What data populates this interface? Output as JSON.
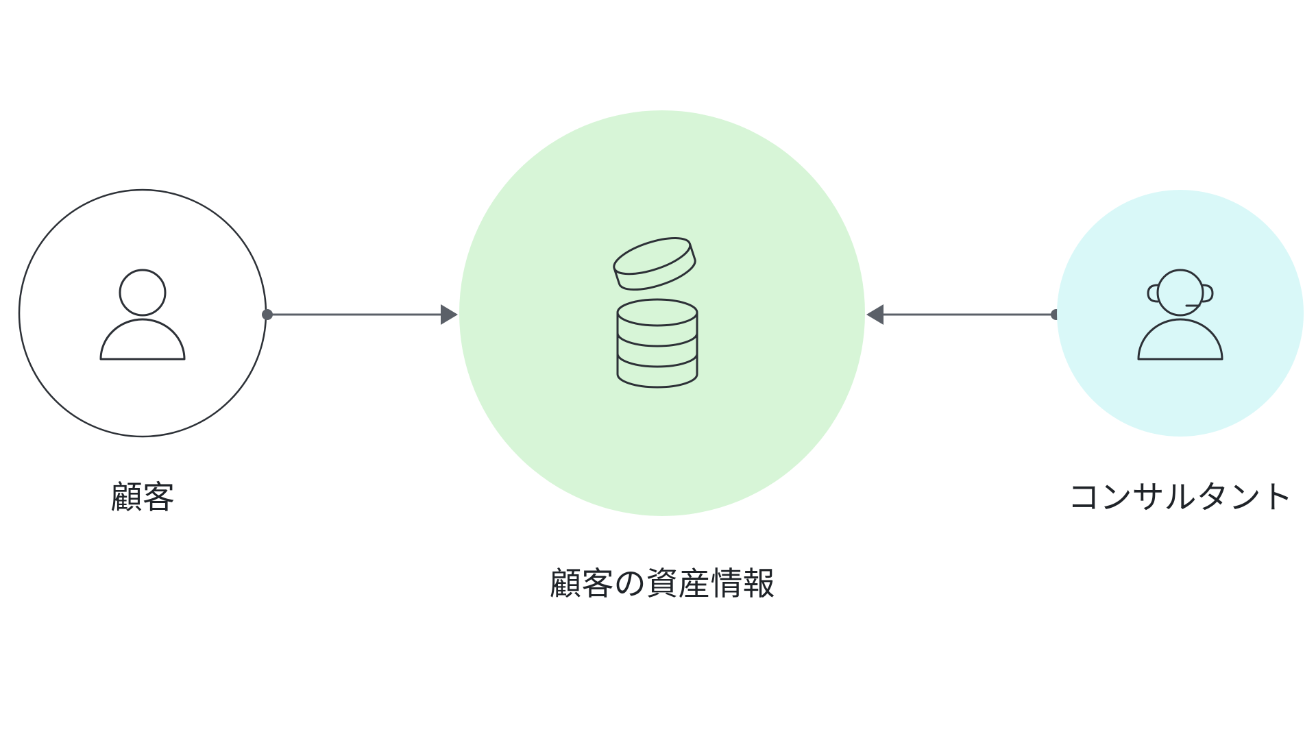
{
  "diagram": {
    "nodes": {
      "customer": {
        "label": "顧客",
        "icon": "person-icon",
        "fill": "#ffffff",
        "stroke": "#2d3137"
      },
      "assets": {
        "label": "顧客の資産情報",
        "icon": "database-icon",
        "fill": "#d7f5d7"
      },
      "consultant": {
        "label": "コンサルタント",
        "icon": "headset-person-icon",
        "fill": "#d9f8f8"
      }
    },
    "edges": [
      {
        "from": "customer",
        "to": "assets",
        "color": "#5b6068"
      },
      {
        "from": "consultant",
        "to": "assets",
        "color": "#5b6068"
      }
    ]
  }
}
